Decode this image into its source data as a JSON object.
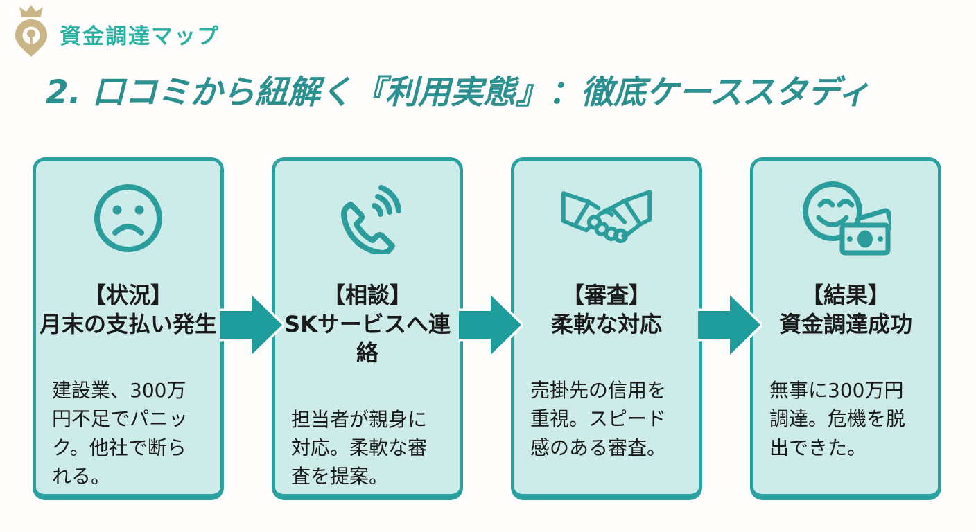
{
  "colors": {
    "accent": "#2a9d9c",
    "accent-dark": "#2b9090",
    "card-bg": "#cdebe9",
    "card-border": "#2aa0a0",
    "arrow": "#1f9d9d",
    "logo-gold": "#c9b586",
    "logo-text": "#29b1a3",
    "text": "#1a1a1a",
    "page-bg": "#fffefc"
  },
  "header": {
    "logo_icon": "crown-map-pin-icon",
    "logo_text": "資金調達マップ"
  },
  "title": "2. 口コミから紐解く『利用実態』：徹底ケーススタディ",
  "steps": [
    {
      "icon": "sad-face-icon",
      "label": "【状況】",
      "name": "月末の支払い発生",
      "description": "建設業、300万円不足でパニック。他社で断られる。"
    },
    {
      "icon": "phone-call-icon",
      "label": "【相談】",
      "name": "SKサービスへ連絡",
      "description": "担当者が親身に対応。柔軟な審査を提案。"
    },
    {
      "icon": "handshake-icon",
      "label": "【審査】",
      "name": "柔軟な対応",
      "description": "売掛先の信用を重視。スピード感のある審査。"
    },
    {
      "icon": "smiley-money-icon",
      "label": "【結果】",
      "name": "資金調達成功",
      "description": "無事に300万円調達。危機を脱出できた。"
    }
  ]
}
